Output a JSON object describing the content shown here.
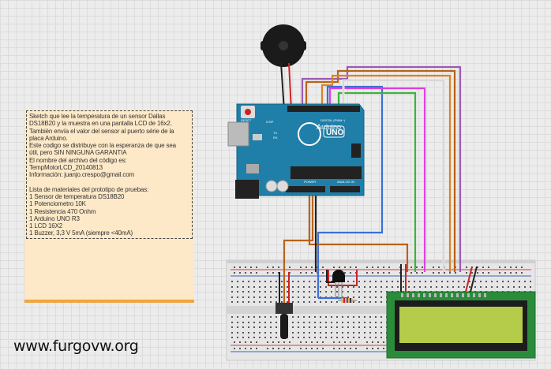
{
  "note": {
    "lines": [
      "Sketch que lee la temperatura de un sensor Dallas",
      "DS18B20 y la muestra en una pantalla LCD de 16x2.",
      "También envía el valor del sensor al puerto série de la",
      "placa Arduino.",
      "Este codigo se distribuye con la esperanza de que sea",
      "útil, pero SIN NINGUNA GARANTIA",
      "El nombre del archivo del código es:",
      "TempMotorLCD_20140813",
      "Información: juanjo.crespo@gmail.com",
      "",
      "Lista de materiales del prototipo de pruebas:",
      "1 Sensor de temperatura DS18B20",
      "1 Potenciometro 10K",
      "1 Resistencia 470  Onhm",
      "1 Arduino UNO R3",
      "1 LCD 16X2",
      "1 Buzzer, 3,3 V 5mA (siempre <40mA)"
    ]
  },
  "arduino": {
    "brand": "Arduino",
    "model": "UNO",
    "reset": "RESET",
    "icsp": "ICSP",
    "digital": "DIGITAL (PWM~)",
    "power": "POWER",
    "analog": "ANALOG IN",
    "tx": "TX",
    "rx": "RX"
  },
  "watermark": "www.furgovw.org",
  "colors": {
    "board": "#1f7fa8",
    "lcd_screen": "#b5cc4a",
    "lcd_pcb": "#2a8c3a",
    "wire_purple": "#9b59b6",
    "wire_brown": "#b8621b",
    "wire_orange": "#d9822b",
    "wire_green": "#3bb43b",
    "wire_magenta": "#e040e0",
    "wire_blue": "#3b6fd4",
    "wire_red": "#cc2222",
    "note_bg": "#fde9c8"
  }
}
